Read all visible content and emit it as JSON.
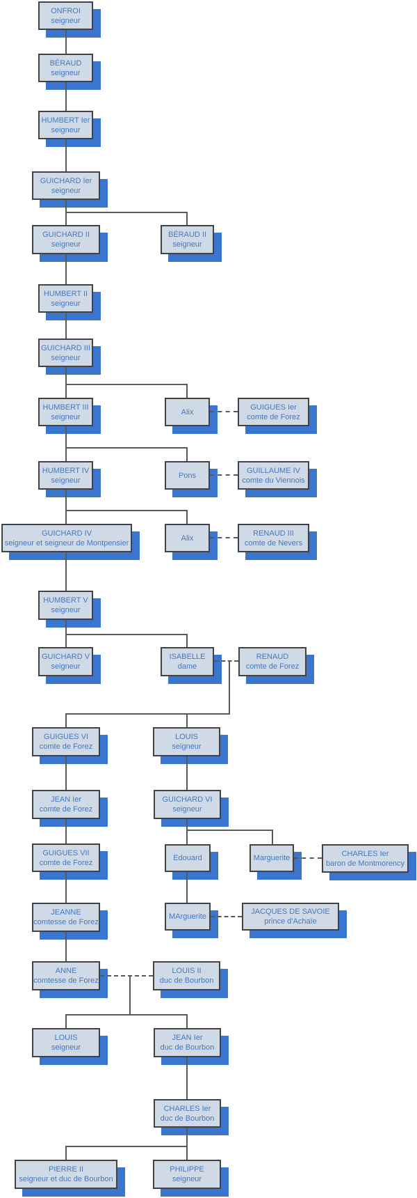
{
  "diagram": {
    "type": "family-tree",
    "subject": "Lignée des seigneurs (généalogie)",
    "colors": {
      "box_fill": "#cfdae6",
      "box_border": "#424242",
      "box_shadow": "#3a76d0",
      "text": "#4678c0",
      "connector": "#595959"
    }
  },
  "nodes": [
    {
      "name": "ONFROI",
      "title": "seigneur"
    },
    {
      "name": "BÉRAUD",
      "title": "seigneur"
    },
    {
      "name": "HUMBERT Ier",
      "title": "seigneur"
    },
    {
      "name": "GUICHARD Ier",
      "title": "seigneur"
    },
    {
      "name": "GUICHARD II",
      "title": "seigneur"
    },
    {
      "name": "BÉRAUD II",
      "title": "seigneur"
    },
    {
      "name": "HUMBERT II",
      "title": "seigneur"
    },
    {
      "name": "GUICHARD III",
      "title": "seigneur"
    },
    {
      "name": "HUMBERT III",
      "title": "seigneur"
    },
    {
      "name": "Alix",
      "title": ""
    },
    {
      "name": "GUIGUES Ier",
      "title": "comte de Forez"
    },
    {
      "name": "HUMBERT IV",
      "title": "seigneur"
    },
    {
      "name": "Pons",
      "title": ""
    },
    {
      "name": "GUILLAUME IV",
      "title": "comte du Viennois"
    },
    {
      "name": "GUICHARD IV",
      "title": "seigneur et seigneur de Montpensier"
    },
    {
      "name": "Alix",
      "title": ""
    },
    {
      "name": "RENAUD III",
      "title": "comte de Nevers"
    },
    {
      "name": "HUMBERT V",
      "title": "seigneur"
    },
    {
      "name": "GUICHARD V",
      "title": "seigneur"
    },
    {
      "name": "ISABELLE",
      "title": "dame"
    },
    {
      "name": "RENAUD",
      "title": "comte de Forez"
    },
    {
      "name": "GUIGUES VI",
      "title": "comte de Forez"
    },
    {
      "name": "LOUIS",
      "title": "seigneur"
    },
    {
      "name": "JEAN Ier",
      "title": "comte de Forez"
    },
    {
      "name": "GUICHARD VI",
      "title": "seigneur"
    },
    {
      "name": "GUIGUES VII",
      "title": "comte de Forez"
    },
    {
      "name": "Edouard",
      "title": ""
    },
    {
      "name": "Marguerite",
      "title": ""
    },
    {
      "name": "CHARLES Ier",
      "title": "baron de Montmorency"
    },
    {
      "name": "JEANNE",
      "title": "comtesse de Forez"
    },
    {
      "name": "MArguerite",
      "title": ""
    },
    {
      "name": "JACQUES DE SAVOIE",
      "title": "prince d'Achaïe"
    },
    {
      "name": "ANNE",
      "title": "comtesse de Forez"
    },
    {
      "name": "LOUIS II",
      "title": "duc de Bourbon"
    },
    {
      "name": "LOUIS",
      "title": "seigneur"
    },
    {
      "name": "JEAN Ier",
      "title": "duc de Bourbon"
    },
    {
      "name": "CHARLES Ier",
      "title": "duc de Bourbon"
    },
    {
      "name": "PIERRE II",
      "title": "seigneur et duc de Bourbon"
    },
    {
      "name": "PHILIPPE",
      "title": "seigneur"
    }
  ]
}
